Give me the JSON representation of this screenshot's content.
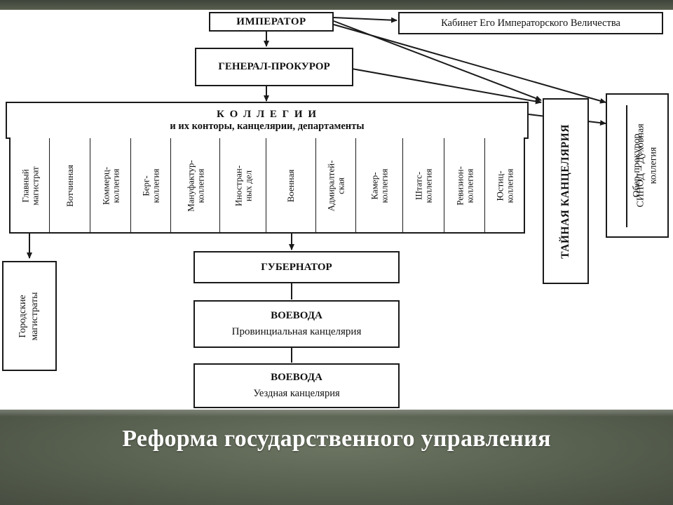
{
  "slide_title": "Реформа государственного управления",
  "diagram": {
    "emperor": "ИМПЕРАТОР",
    "cabinet": "Кабинет Его Императорского Величества",
    "general_prosecutor": "ГЕНЕРАЛ-ПРОКУРОР",
    "collegia_title": "К О Л Л Е Г И И",
    "collegia_subtitle": "и их конторы, канцелярии, департаменты",
    "collegia": [
      {
        "line1": "Главный",
        "line2": "магистрат"
      },
      {
        "line1": "Вотчинная",
        "line2": ""
      },
      {
        "line1": "Коммерц-",
        "line2": "коллегия"
      },
      {
        "line1": "Берг-",
        "line2": "коллегия"
      },
      {
        "line1": "Мануфактур-",
        "line2": "коллегия"
      },
      {
        "line1": "Иностран-",
        "line2": "ных дел"
      },
      {
        "line1": "Военная",
        "line2": ""
      },
      {
        "line1": "Адмиралтей-",
        "line2": "ская"
      },
      {
        "line1": "Камер-",
        "line2": "коллегия"
      },
      {
        "line1": "Штатс-",
        "line2": "коллегия"
      },
      {
        "line1": "Ревизион-",
        "line2": "коллегия"
      },
      {
        "line1": "Юстиц-",
        "line2": "коллегия"
      }
    ],
    "secret_chancellery": "ТАЙНАЯ КАНЦЕЛЯРИЯ",
    "synod_line1": "Обер-прокурор",
    "synod_line2": "СИНОД – Духовная",
    "synod_line3": "коллегия",
    "city_magistrates_line1": "Городские",
    "city_magistrates_line2": "магистраты",
    "governor": "ГУБЕРНАТОР",
    "voivode_provincial": "ВОЕВОДА",
    "provincial_chancellery": "Провинциальная канцелярия",
    "voivode_district": "ВОЕВОДА",
    "district_chancellery": "Уездная канцелярия"
  }
}
